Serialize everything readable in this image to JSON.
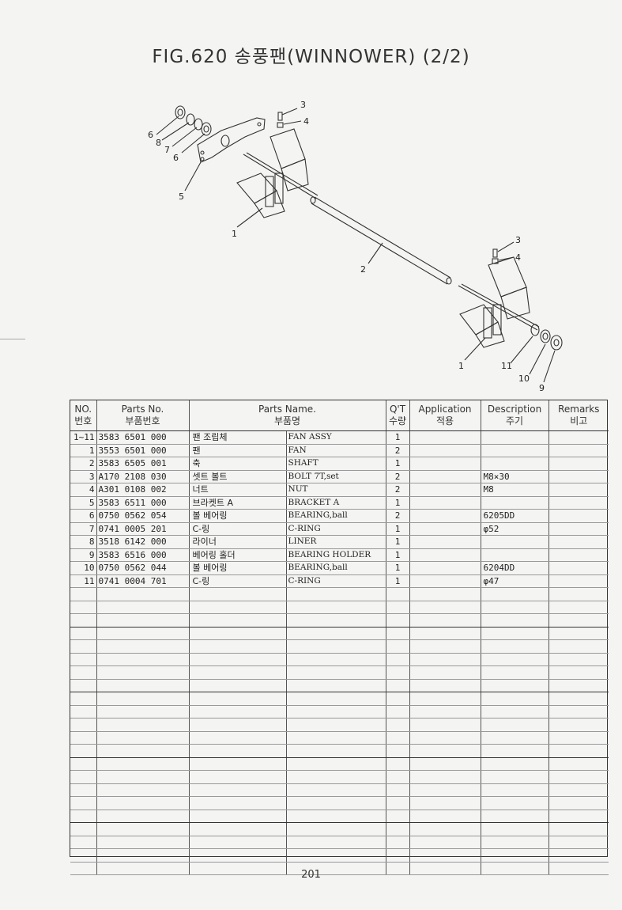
{
  "title": "FIG.620 송풍팬(WINNOWER) (2/2)",
  "diagram_labels": {
    "l1a": "1",
    "l1b": "1",
    "l2": "2",
    "l3a": "3",
    "l3b": "3",
    "l4a": "4",
    "l4b": "4",
    "l5": "5",
    "l6a": "6",
    "l6b": "6",
    "l7": "7",
    "l8": "8",
    "l9": "9",
    "l10": "10",
    "l11": "11"
  },
  "table": {
    "headers": {
      "no": "NO.",
      "no_kr": "번호",
      "parts_no": "Parts No.",
      "parts_no_kr": "부품번호",
      "parts_name": "Parts Name.",
      "parts_name_kr": "부품명",
      "qty": "Q'T",
      "qty_kr": "수량",
      "application": "Application",
      "application_kr": "적용",
      "description": "Description",
      "description_kr": "주기",
      "remarks": "Remarks",
      "remarks_kr": "비고"
    },
    "rows": [
      {
        "no": "1~11",
        "parts_no": "3583 6501 000",
        "name_kr": "팬 조립체",
        "name_en": "FAN ASSY",
        "qty": "1",
        "application": "",
        "description": "",
        "remarks": ""
      },
      {
        "no": "1",
        "parts_no": "3553 6501 000",
        "name_kr": "팬",
        "name_en": "FAN",
        "qty": "2",
        "application": "",
        "description": "",
        "remarks": ""
      },
      {
        "no": "2",
        "parts_no": "3583 6505 001",
        "name_kr": "축",
        "name_en": "SHAFT",
        "qty": "1",
        "application": "",
        "description": "",
        "remarks": ""
      },
      {
        "no": "3",
        "parts_no": "A170 2108 030",
        "name_kr": "셋트 볼트",
        "name_en": "BOLT 7T,set",
        "qty": "2",
        "application": "",
        "description": "M8×30",
        "remarks": ""
      },
      {
        "no": "4",
        "parts_no": "A301 0108 002",
        "name_kr": "너트",
        "name_en": "NUT",
        "qty": "2",
        "application": "",
        "description": "M8",
        "remarks": ""
      },
      {
        "no": "5",
        "parts_no": "3583 6511 000",
        "name_kr": "브라켓트 A",
        "name_en": "BRACKET A",
        "qty": "1",
        "application": "",
        "description": "",
        "remarks": ""
      },
      {
        "no": "6",
        "parts_no": "0750 0562 054",
        "name_kr": "볼 베어링",
        "name_en": "BEARING,ball",
        "qty": "2",
        "application": "",
        "description": "6205DD",
        "remarks": ""
      },
      {
        "no": "7",
        "parts_no": "0741 0005 201",
        "name_kr": "C-링",
        "name_en": "C-RING",
        "qty": "1",
        "application": "",
        "description": "φ52",
        "remarks": ""
      },
      {
        "no": "8",
        "parts_no": "3518 6142 000",
        "name_kr": "라이너",
        "name_en": "LINER",
        "qty": "1",
        "application": "",
        "description": "",
        "remarks": ""
      },
      {
        "no": "9",
        "parts_no": "3583 6516 000",
        "name_kr": "베어링 홀더",
        "name_en": "BEARING HOLDER",
        "qty": "1",
        "application": "",
        "description": "",
        "remarks": ""
      },
      {
        "no": "10",
        "parts_no": "0750 0562 044",
        "name_kr": "볼 베어링",
        "name_en": "BEARING,ball",
        "qty": "1",
        "application": "",
        "description": "6204DD",
        "remarks": ""
      },
      {
        "no": "11",
        "parts_no": "0741 0004 701",
        "name_kr": "C-링",
        "name_en": "C-RING",
        "qty": "1",
        "application": "",
        "description": "φ47",
        "remarks": ""
      }
    ]
  },
  "page_number": "201"
}
